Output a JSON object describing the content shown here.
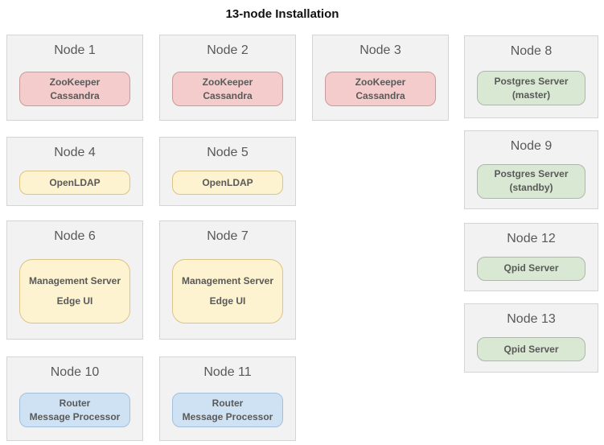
{
  "title": "13-node Installation",
  "palette": {
    "node_background": "#f2f2f2",
    "node_border": "#d4d4d4",
    "title_text": "#111111",
    "label_text": "#595959",
    "zookeeper_cassandra_fill": "#f4cccc",
    "zookeeper_cassandra_border": "#c99a9a",
    "openldap_management_fill": "#fdf3d0",
    "openldap_management_border": "#dcc387",
    "postgres_qpid_fill": "#d9e8d2",
    "postgres_qpid_border": "#aeb6ae",
    "router_mp_fill": "#cfe2f3",
    "router_mp_border": "#a4bfdb"
  },
  "nodes": [
    {
      "title": "Node 1",
      "services": [
        "ZooKeeper",
        "Cassandra"
      ]
    },
    {
      "title": "Node 2",
      "services": [
        "ZooKeeper",
        "Cassandra"
      ]
    },
    {
      "title": "Node 3",
      "services": [
        "ZooKeeper",
        "Cassandra"
      ]
    },
    {
      "title": "Node 4",
      "services": [
        "OpenLDAP"
      ]
    },
    {
      "title": "Node 5",
      "services": [
        "OpenLDAP"
      ]
    },
    {
      "title": "Node 6",
      "services": [
        "Management Server",
        "Edge UI"
      ]
    },
    {
      "title": "Node 7",
      "services": [
        "Management Server",
        "Edge UI"
      ]
    },
    {
      "title": "Node 8",
      "services": [
        "Postgres Server",
        "(master)"
      ]
    },
    {
      "title": "Node 9",
      "services": [
        "Postgres Server",
        "(standby)"
      ]
    },
    {
      "title": "Node 10",
      "services": [
        "Router",
        "Message Processor"
      ]
    },
    {
      "title": "Node 11",
      "services": [
        "Router",
        "Message Processor"
      ]
    },
    {
      "title": "Node 12",
      "services": [
        "Qpid Server"
      ]
    },
    {
      "title": "Node 13",
      "services": [
        "Qpid Server"
      ]
    }
  ]
}
